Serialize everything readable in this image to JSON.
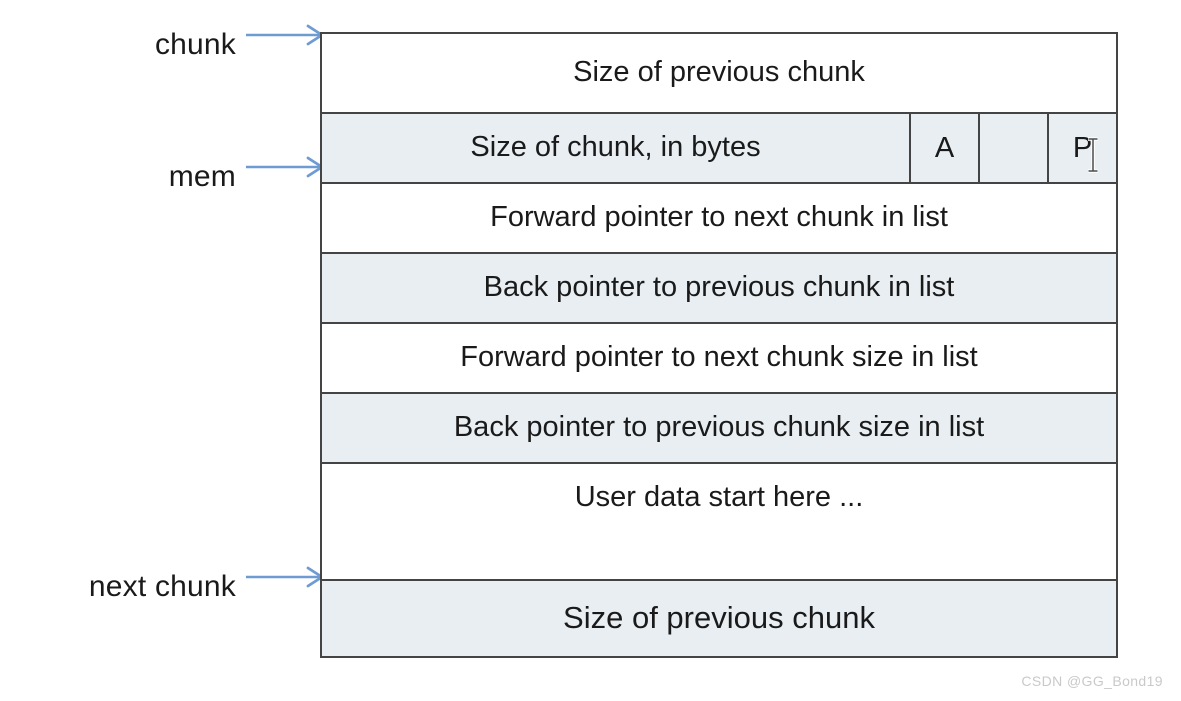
{
  "diagram": {
    "title": "glibc malloc chunk memory layout",
    "colors": {
      "shaded_row": "#e8eef2",
      "plain_row": "#ffffff",
      "border": "#444444",
      "arrow": "#6e9bd1",
      "text": "#1a1a1a",
      "watermark": "#c9c9c9"
    },
    "pointers": [
      {
        "name": "chunk",
        "label": "chunk"
      },
      {
        "name": "mem",
        "label": "mem"
      },
      {
        "name": "next-chunk",
        "label": "next chunk"
      }
    ],
    "rows": [
      {
        "name": "prev-size-top",
        "label": "Size of previous chunk",
        "shaded": false,
        "flags": []
      },
      {
        "name": "chunk-size",
        "label": "Size of chunk, in bytes",
        "shaded": true,
        "flags": [
          "A",
          "",
          "P"
        ]
      },
      {
        "name": "fd",
        "label": "Forward pointer to next chunk in list",
        "shaded": false,
        "flags": []
      },
      {
        "name": "bk",
        "label": "Back pointer to previous chunk in list",
        "shaded": true,
        "flags": []
      },
      {
        "name": "fd-nextsize",
        "label": "Forward pointer to next chunk size in list",
        "shaded": false,
        "flags": []
      },
      {
        "name": "bk-nextsize",
        "label": "Back pointer to previous chunk size in list",
        "shaded": true,
        "flags": []
      },
      {
        "name": "user-data",
        "label": "User data start here ...",
        "shaded": false,
        "flags": []
      },
      {
        "name": "next-prev-size",
        "label": "Size of previous chunk",
        "shaded": true,
        "flags": []
      }
    ],
    "flags": {
      "a_flag": "A",
      "middle_flag": "",
      "p_flag": "P"
    }
  },
  "watermark": {
    "text": "CSDN @GG_Bond19"
  }
}
